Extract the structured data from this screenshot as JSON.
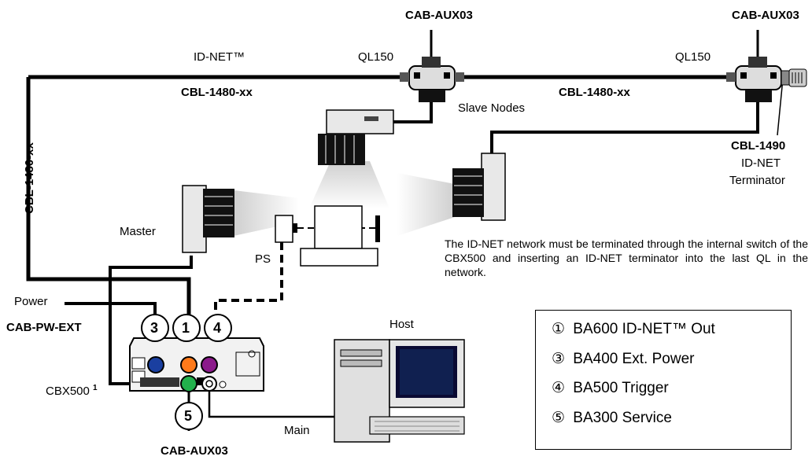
{
  "labels": {
    "cab_aux03_top_left": "CAB-AUX03",
    "cab_aux03_top_right": "CAB-AUX03",
    "id_net": "ID-NET™",
    "ql150_left": "QL150",
    "ql150_right": "QL150",
    "cbl1480_top_left": "CBL-1480-xx",
    "cbl1480_top_right": "CBL-1480-xx",
    "cbl1480_vertical": "CBL-1480-xx",
    "slave_nodes": "Slave Nodes",
    "cbl1490": "CBL-1490",
    "id_net_terminator_1": "ID-NET",
    "id_net_terminator_2": "Terminator",
    "master": "Master",
    "ps": "PS",
    "power": "Power",
    "cab_pw_ext": "CAB-PW-EXT",
    "host": "Host",
    "cbx500": "CBX500",
    "cbx500_sup": "1",
    "main": "Main",
    "cab_aux03_bottom": "CAB-AUX03"
  },
  "connector_numbers": {
    "c3": "3",
    "c1": "1",
    "c4": "4",
    "c5": "5"
  },
  "note": "The ID-NET network must be terminated through the internal switch of the CBX500 and inserting an ID-NET terminator into the last QL in the network.",
  "legend": {
    "items": [
      {
        "num": "①",
        "text": "BA600 ID-NET™ Out"
      },
      {
        "num": "③",
        "text": "BA400 Ext. Power"
      },
      {
        "num": "④",
        "text": "BA500 Trigger"
      },
      {
        "num": "⑤",
        "text": "BA300 Service"
      }
    ]
  },
  "colors": {
    "port_blue": "#1a3fa0",
    "port_orange": "#ff7a1a",
    "port_purple": "#8b1a8b",
    "port_green": "#22b14c",
    "cable": "#000000"
  }
}
